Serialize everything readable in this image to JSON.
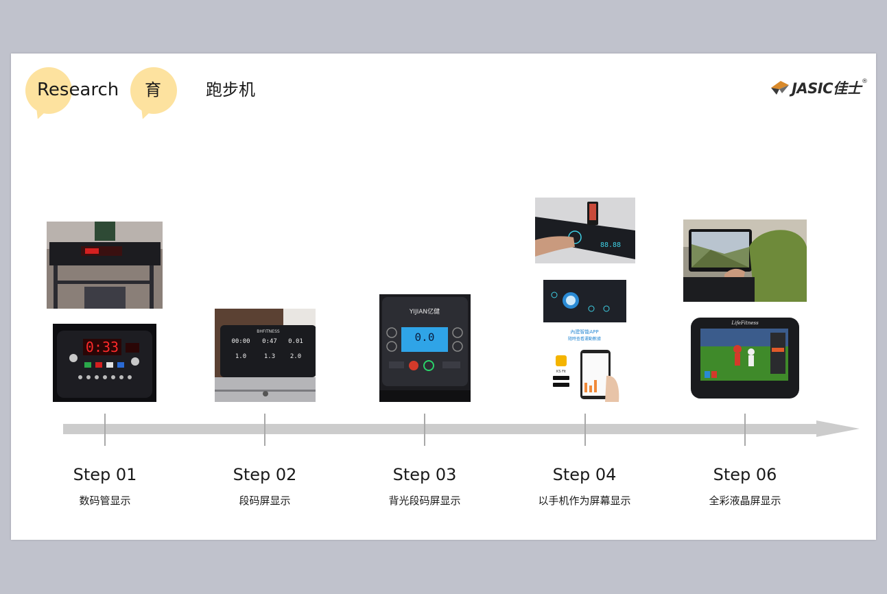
{
  "header": {
    "bubble1_text": "Research",
    "bubble2_text": "育",
    "title": "跑步机"
  },
  "logo": {
    "text": "JASIC佳士",
    "mark": "®",
    "icon": "jasic-logo-icon"
  },
  "timeline": {
    "steps": [
      {
        "title": "Step 01",
        "subtitle": "数码管显示"
      },
      {
        "title": "Step 02",
        "subtitle": "段码屏显示"
      },
      {
        "title": "Step 03",
        "subtitle": "背光段码屏显示"
      },
      {
        "title": "Step 04",
        "subtitle": "以手机作为屏幕显示"
      },
      {
        "title": "Step 06",
        "subtitle": "全彩液晶屏显示"
      }
    ]
  },
  "photos": {
    "p1a_display": "",
    "p1b_display": "0:33",
    "p2_brand": "BHFITNESS",
    "p2_readings": [
      "00:00",
      "0:47",
      "0.01",
      "1.0",
      "1.3",
      "2.0"
    ],
    "p3_brand": "YIJIAN亿健",
    "p3_display": "0.0",
    "p4a_display": "88.88",
    "p4b_headline": "內建智能APP",
    "p4b_sub": "隨時查看運動數據",
    "p4b_app": "KS Fit",
    "p6b_brand": "LifeFitness"
  }
}
